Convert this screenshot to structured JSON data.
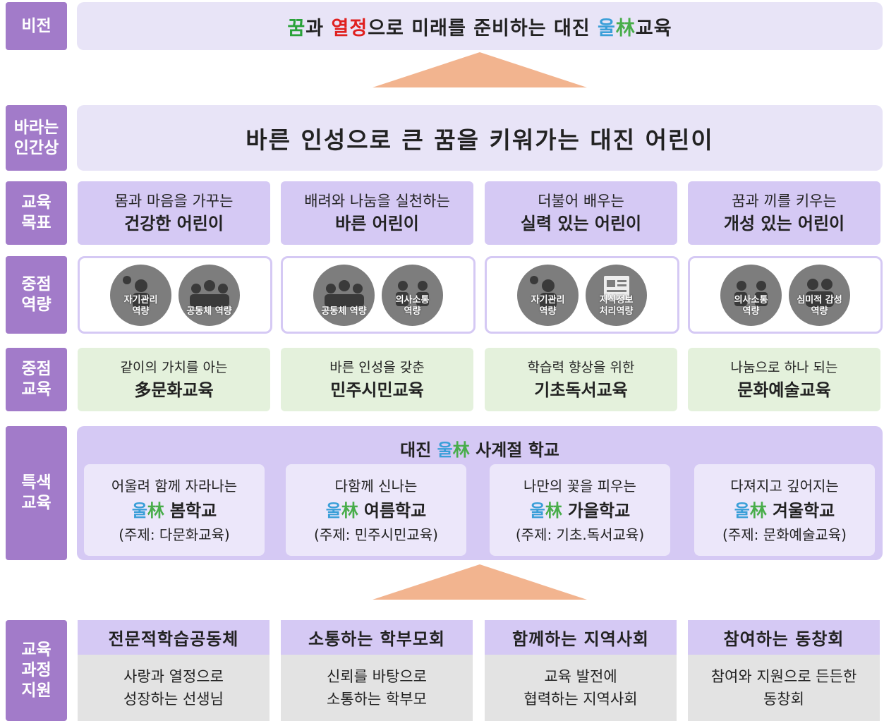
{
  "labels": {
    "vision": [
      "비전"
    ],
    "person": [
      "바라는",
      "인간상"
    ],
    "goals": [
      "교육",
      "목표"
    ],
    "competency": [
      "중점",
      "역량"
    ],
    "focus_edu": [
      "중점",
      "교육"
    ],
    "special_edu": [
      "특색",
      "교육"
    ],
    "support": [
      "교육",
      "과정",
      "지원"
    ]
  },
  "vision": {
    "part1": "꿈",
    "part2": "과 ",
    "part3": "열정",
    "part4": "으로 미래를 준비하는 대진 ",
    "logo": [
      "울",
      "林"
    ],
    "part5": "교육"
  },
  "person": "바른 인성으로 큰 꿈을 키워가는 대진 어린이",
  "goals": [
    {
      "line1": "몸과 마음을 가꾸는",
      "line2": "건강한 어린이"
    },
    {
      "line1": "배려와 나눔을 실천하는",
      "line2": "바른 어린이"
    },
    {
      "line1": "더불어 배우는",
      "line2": "실력 있는 어린이"
    },
    {
      "line1": "꿈과 끼를 키우는",
      "line2": "개성 있는 어린이"
    }
  ],
  "competencies": [
    [
      {
        "line1": "자기관리",
        "line2": "역량",
        "icon": "person-icon"
      },
      {
        "line1": "공동체 역량",
        "line2": "",
        "icon": "group-icon"
      }
    ],
    [
      {
        "line1": "공동체 역량",
        "line2": "",
        "icon": "group-icon"
      },
      {
        "line1": "의사소통",
        "line2": "역량",
        "icon": "conversation-icon"
      }
    ],
    [
      {
        "line1": "자기관리",
        "line2": "역량",
        "icon": "person-icon"
      },
      {
        "line1": "지식정보",
        "line2": "처리역량",
        "icon": "document-icon"
      }
    ],
    [
      {
        "line1": "의사소통",
        "line2": "역량",
        "icon": "conversation-icon"
      },
      {
        "line1": "심미적 감성",
        "line2": "역량",
        "icon": "people-icon"
      }
    ]
  ],
  "focus_edu": [
    {
      "line1": "같이의 가치를 아는",
      "line2": "多문화교육"
    },
    {
      "line1": "바른 인성을 갖춘",
      "line2": "민주시민교육"
    },
    {
      "line1": "학습력 향상을 위한",
      "line2": "기초독서교육"
    },
    {
      "line1": "나눔으로 하나 되는",
      "line2": "문화예술교육"
    }
  ],
  "season_school": {
    "title_pre": "대진",
    "title_post": "사계절 학교",
    "seasons": [
      {
        "line1": "어울려 함께 자라나는",
        "name": "봄학교",
        "topic": "(주제: 다문화교육)"
      },
      {
        "line1": "다함께 신나는",
        "name": "여름학교",
        "topic": "(주제: 민주시민교육)"
      },
      {
        "line1": "나만의 꽃을 피우는",
        "name": "가을학교",
        "topic": "(주제: 기초.독서교육)"
      },
      {
        "line1": "다져지고 깊어지는",
        "name": "겨울학교",
        "topic": "(주제: 문화예술교육)"
      }
    ]
  },
  "support": [
    {
      "head": "전문적학습공동체",
      "line1": "사랑과 열정으로",
      "line2": "성장하는 선생님"
    },
    {
      "head": "소통하는 학부모회",
      "line1": "신뢰를 바탕으로",
      "line2": "소통하는 학부모"
    },
    {
      "head": "함께하는 지역사회",
      "line1": "교육 발전에",
      "line2": "협력하는 지역사회"
    },
    {
      "head": "참여하는 동창회",
      "line1": "참여와 지원으로 든든한",
      "line2": "동창회"
    }
  ],
  "colors": {
    "label_bg": "#a27bc9",
    "box_purple": "#d5c9f4",
    "box_light": "#e8e4f7",
    "box_green": "#e4f1dc",
    "arrow": "#f2b48f",
    "green_text": "#2aa23a",
    "red_text": "#e0201f"
  }
}
